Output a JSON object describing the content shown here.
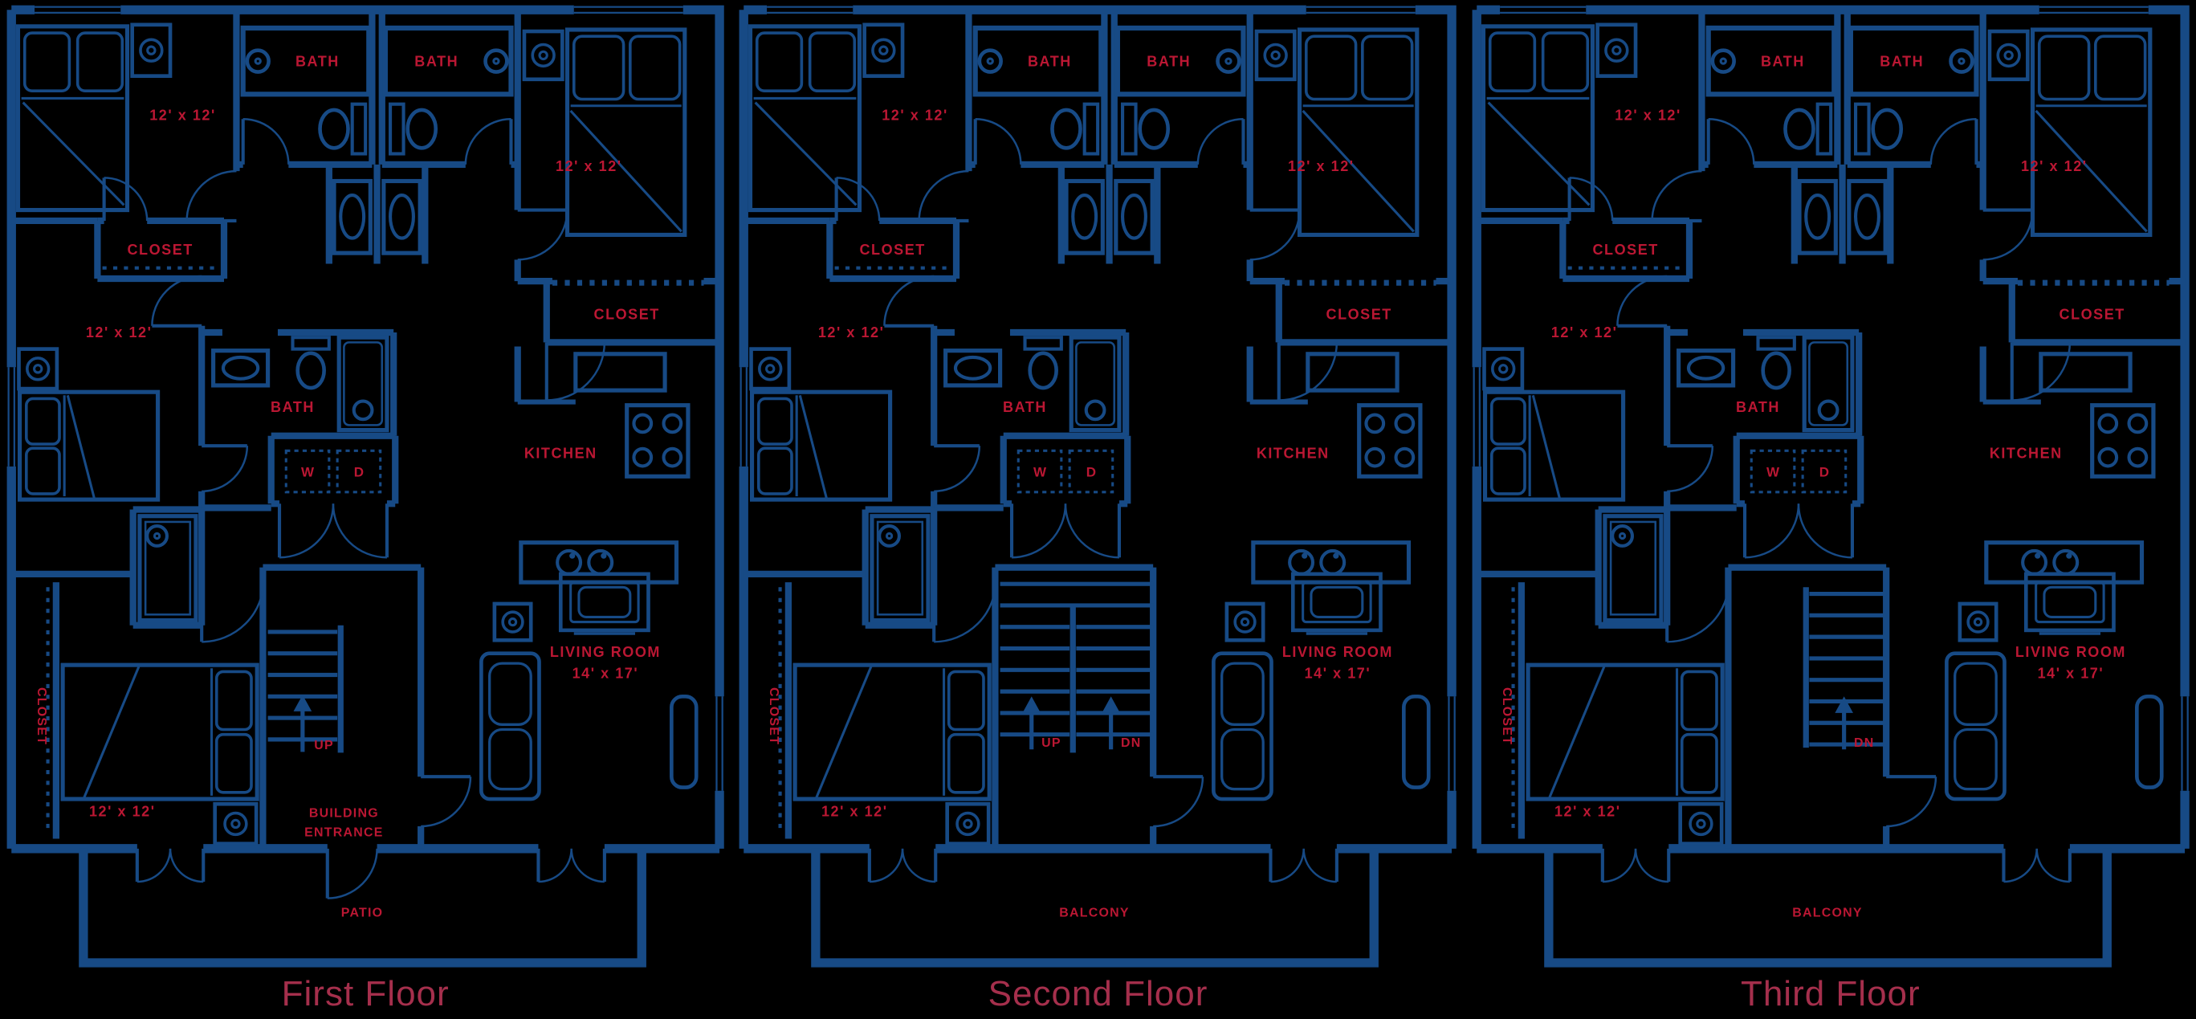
{
  "palette": {
    "background": "#000000",
    "wall_blue": "#174a85",
    "label_red": "#bb1733",
    "title_red": "#a52f4c"
  },
  "floors": [
    {
      "title": "First Floor",
      "labels": {
        "bedroom_top_left_dim": "12' x 12'",
        "bedroom_top_right_dim": "12' x 12'",
        "bedroom_middle_dim": "12' x 12'",
        "bedroom_bottom_dim": "12' x 12'",
        "bath_top_left": "BATH",
        "bath_top_right": "BATH",
        "bath_middle": "BATH",
        "closet_left": "CLOSET",
        "closet_right": "CLOSET",
        "closet_strip": "CLOSET",
        "kitchen": "KITCHEN",
        "living_room": "LIVING ROOM",
        "living_room_dim": "14' x 17'",
        "washer": "W",
        "dryer": "D",
        "stair_up": "UP",
        "entrance_line1": "BUILDING",
        "entrance_line2": "ENTRANCE",
        "outdoor": "PATIO"
      }
    },
    {
      "title": "Second Floor",
      "labels": {
        "bedroom_top_left_dim": "12' x 12'",
        "bedroom_top_right_dim": "12' x 12'",
        "bedroom_middle_dim": "12' x 12'",
        "bedroom_bottom_dim": "12' x 12'",
        "bath_top_left": "BATH",
        "bath_top_right": "BATH",
        "bath_middle": "BATH",
        "closet_left": "CLOSET",
        "closet_right": "CLOSET",
        "closet_strip": "CLOSET",
        "kitchen": "KITCHEN",
        "living_room": "LIVING ROOM",
        "living_room_dim": "14' x 17'",
        "washer": "W",
        "dryer": "D",
        "stair_up": "UP",
        "stair_down": "DN",
        "outdoor": "BALCONY"
      }
    },
    {
      "title": "Third Floor",
      "labels": {
        "bedroom_top_left_dim": "12' x 12'",
        "bedroom_top_right_dim": "12' x 12'",
        "bedroom_middle_dim": "12' x 12'",
        "bedroom_bottom_dim": "12' x 12'",
        "bath_top_left": "BATH",
        "bath_top_right": "BATH",
        "bath_middle": "BATH",
        "closet_left": "CLOSET",
        "closet_right": "CLOSET",
        "closet_strip": "CLOSET",
        "kitchen": "KITCHEN",
        "living_room": "LIVING ROOM",
        "living_room_dim": "14' x 17'",
        "washer": "W",
        "dryer": "D",
        "stair_down": "DN",
        "outdoor": "BALCONY"
      }
    }
  ]
}
